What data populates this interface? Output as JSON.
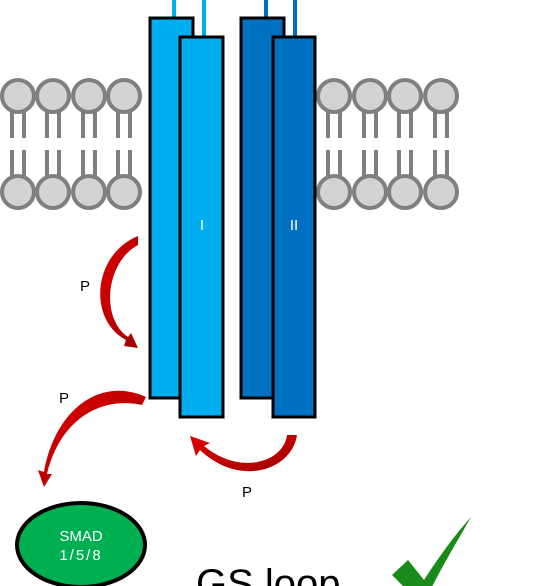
{
  "receptor_labels": {
    "type1": "I",
    "type2": "II"
  },
  "phospho_labels": {
    "p1": "P",
    "p2": "P",
    "p3": "P"
  },
  "smad": {
    "line1": "SMAD",
    "line2": "1/5/8"
  },
  "gs_loop": {
    "text": "GS loop"
  },
  "colors": {
    "receptor_type1": "#00adef",
    "receptor_type2": "#0070c0",
    "lipid_head": "#d3d3d3",
    "lipid_stroke": "#7f7f7f",
    "arrow": "#cc0000",
    "smad_fill": "#00b050",
    "check": "#1a8a1a"
  },
  "icons": {
    "check": "checkmark-icon"
  }
}
